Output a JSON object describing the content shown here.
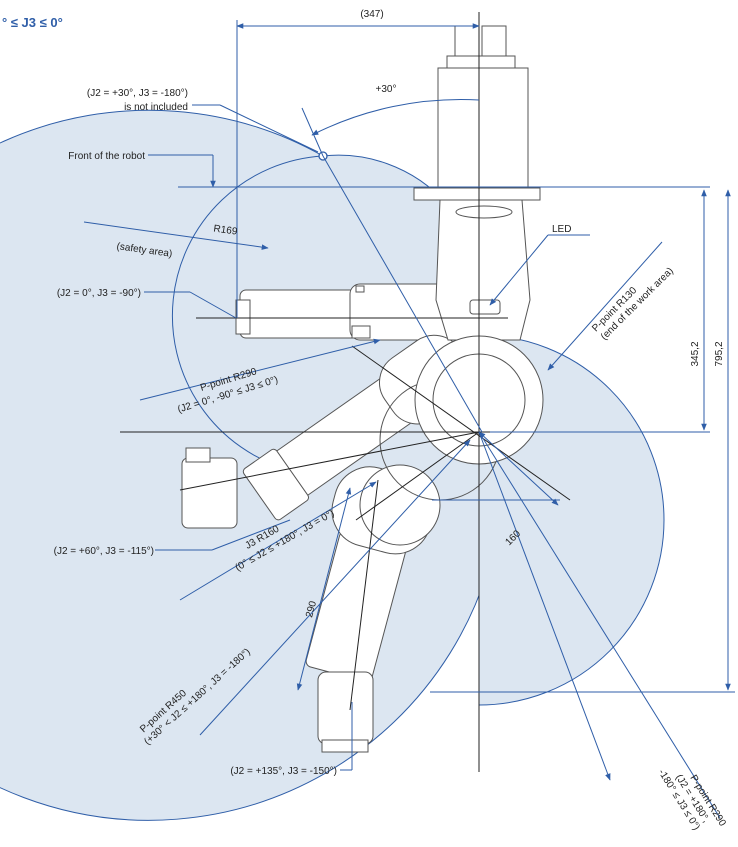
{
  "header": {
    "title_fragment": "° ≤ J3 ≤ 0°"
  },
  "colors": {
    "blue": "#2f5ea8",
    "zone_fill": "#dce6f1",
    "robot_stroke": "#555555",
    "robot_fill": "#ffffff",
    "text": "#222222"
  },
  "labels": {
    "dim_347": "(347)",
    "angle_30": "+30°",
    "not_included_1": "(J2 = +30°, J3 = -180°)",
    "not_included_2": "is not included",
    "front": "Front of the robot",
    "r169_1": "R169",
    "r169_2": "(safety area)",
    "led": "LED",
    "pose_90": "(J2 = 0°, J3 = -90°)",
    "pose_115": "(J2 = +60°, J3 = -115°)",
    "pose_150": "(J2 = +135°, J3 = -150°)",
    "r130_1": "P-point R130",
    "r130_2": "(end of the work area)",
    "r290a_1": "P-point R290",
    "r290a_2": "(J2 = 0°, -90° ≤ J3 ≤ 0°)",
    "r160_1": "J3 R160",
    "r160_2": "(0° ≤ J2 ≤ +180°, J3 = 0°)",
    "r450_1": "P-point R450",
    "r450_2": "(+30° < J2 ≤ +180°, J3 = -180°)",
    "r290b_1": "P-point R290",
    "r290b_2": "(J2 = +180°,",
    "r290b_3": "-180° ≤ J3 ≤ 0°)",
    "dim_345": "345,2",
    "dim_795": "795,2",
    "dim_160": "160",
    "dim_290": "290"
  }
}
